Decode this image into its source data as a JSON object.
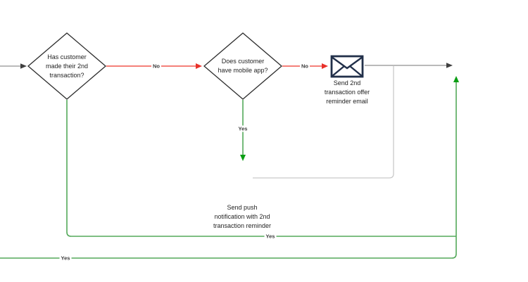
{
  "diagram": {
    "type": "flowchart",
    "nodes": {
      "decision_1": {
        "shape": "diamond",
        "line1": "Has customer",
        "line2": "made their 2nd",
        "line3": "transaction?"
      },
      "decision_2": {
        "shape": "diamond",
        "line1": "Does customer",
        "line2": "have mobile app?"
      },
      "email_step": {
        "shape": "envelope-icon",
        "line1": "Send 2nd",
        "line2": "transaction offer",
        "line3": "reminder email"
      },
      "push_step": {
        "shape": "text",
        "line1": "Send push",
        "line2": "notification with 2nd",
        "line3": "transaction reminder"
      }
    },
    "edge_labels": {
      "no_1": "No",
      "no_2": "No",
      "yes_mobile": "Yes",
      "yes_push": "Yes",
      "yes_bottom": "Yes"
    },
    "colors": {
      "no_edge": "#f0564d",
      "no_arrowhead": "#e8312a",
      "yes_edge": "#54a95a",
      "yes_arrowhead": "#0a9e13",
      "neutral_edge": "#909090",
      "neutral_edge_light": "#c9c9c9",
      "neutral_arrowhead": "#3f3f3f",
      "node_border": "#2d2d2d",
      "envelope": "#22304a",
      "text": "#1f1f1f"
    }
  }
}
